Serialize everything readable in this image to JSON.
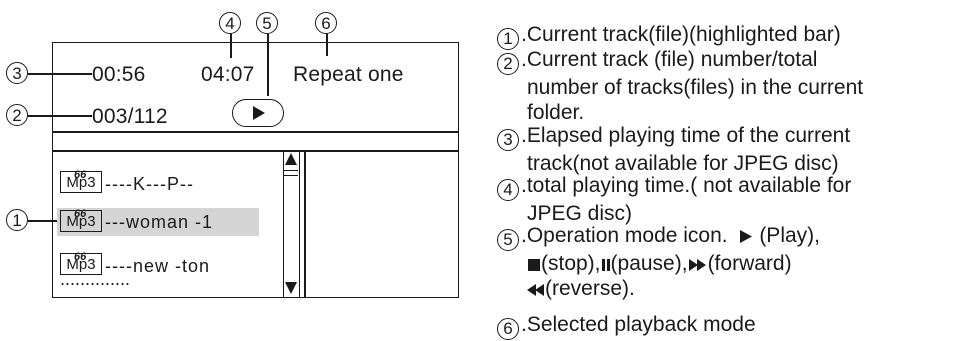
{
  "screen": {
    "elapsed_time": "00:56",
    "total_time": "04:07",
    "playback_mode": "Repeat one",
    "track_counter": "003/112",
    "files": [
      {
        "badge": "Mp3",
        "name": "----K---P--"
      },
      {
        "badge": "Mp3",
        "name": "---woman -1"
      },
      {
        "badge": "Mp3",
        "name": "----new -ton"
      }
    ],
    "more": "..............",
    "play_icon": "play-icon",
    "scroll_up_icon": "triangle-up-icon",
    "scroll_down_icon": "triangle-down-icon",
    "highlight_color": "#d4d4d4"
  },
  "callouts": [
    "1",
    "2",
    "3",
    "4",
    "5",
    "6"
  ],
  "legend": {
    "item1": ".Current track(file)(highlighted bar)",
    "item2_a": ".Current track (file) number/total",
    "item2_b": "number of tracks(files) in the current",
    "item2_c": "folder.",
    "item3_a": ".Elapsed playing time of the current",
    "item3_b": "track(not available for JPEG disc)",
    "item4_a": ".total playing time.( not available for",
    "item4_b": "JPEG disc)",
    "item5_a": ".Operation mode icon.",
    "item5_play": "(Play),",
    "item5_stop": "(stop),",
    "item5_pause": "(pause),",
    "item5_forward": "(forward)",
    "item5_reverse": "(reverse).",
    "item6": ".Selected playback mode"
  }
}
